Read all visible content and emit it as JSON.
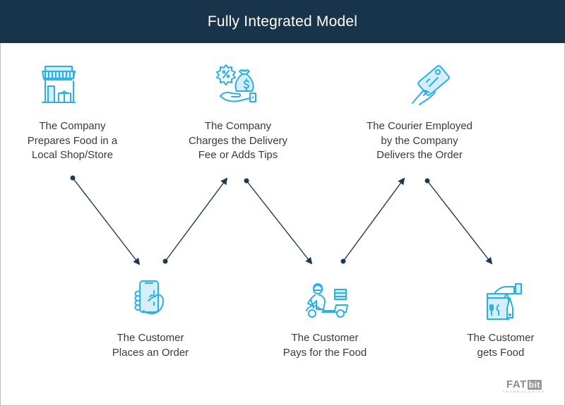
{
  "title": "Fully Integrated Model",
  "colors": {
    "header_bg": "#17344b",
    "icon_stroke": "#29b1e6",
    "icon_fill": "#d6eefa",
    "arrow": "#1e3a52",
    "text": "#3a3a3a"
  },
  "steps": [
    {
      "order": 1,
      "icon": "storefront-icon",
      "lines": [
        "The Company",
        "Prepares Food in a",
        "Local Shop/Store"
      ]
    },
    {
      "order": 2,
      "icon": "phone-in-hand-icon",
      "lines": [
        "The Customer",
        "Places an Order"
      ]
    },
    {
      "order": 3,
      "icon": "money-bag-hand-icon",
      "lines": [
        "The Company",
        "Charges the Delivery",
        "Fee or Adds Tips"
      ]
    },
    {
      "order": 4,
      "icon": "delivery-scooter-icon",
      "lines": [
        "The Customer",
        "Pays for the Food"
      ]
    },
    {
      "order": 5,
      "icon": "card-in-hand-icon",
      "lines": [
        "The Courier Employed",
        "by the Company",
        "Delivers the Order"
      ]
    },
    {
      "order": 6,
      "icon": "food-bag-handover-icon",
      "lines": [
        "The Customer",
        "gets Food"
      ]
    }
  ],
  "flow": [
    {
      "from": 1,
      "to": 2
    },
    {
      "from": 2,
      "to": 3
    },
    {
      "from": 3,
      "to": 4
    },
    {
      "from": 4,
      "to": 5
    },
    {
      "from": 5,
      "to": 6
    }
  ],
  "logo": {
    "brand": "FAT",
    "brand_suffix": "bit",
    "tagline": "TECHNOLOGIES"
  }
}
